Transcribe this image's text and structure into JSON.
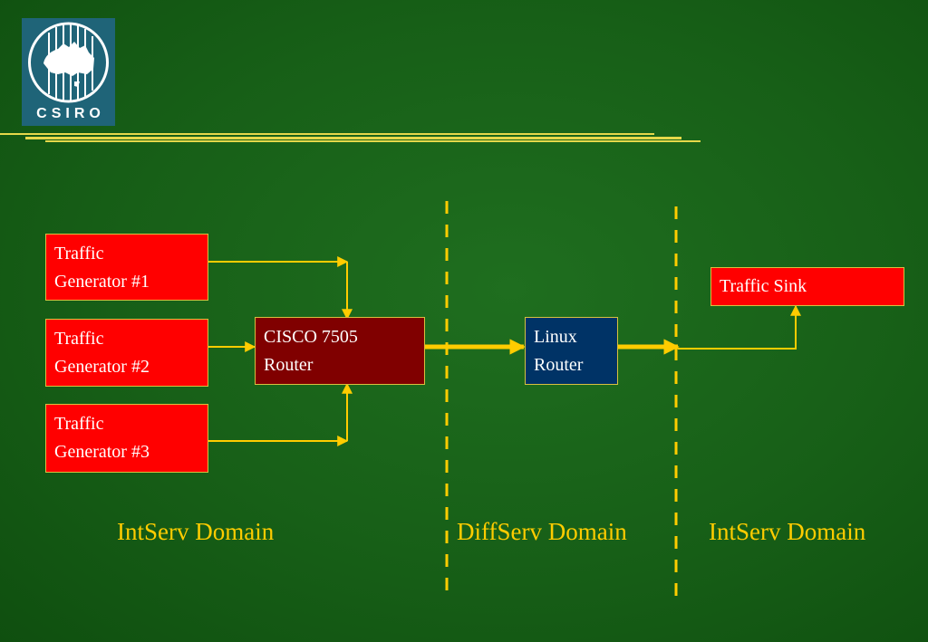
{
  "logo": {
    "text": "CSIRO"
  },
  "nodes": {
    "gen1": "Traffic\nGenerator #1",
    "gen2": "Traffic\nGenerator #2",
    "gen3": "Traffic\nGenerator #3",
    "cisco": "CISCO 7505\nRouter",
    "linux": "Linux\nRouter",
    "sink": "Traffic Sink"
  },
  "domains": {
    "left": "IntServ Domain",
    "middle": "DiffServ Domain",
    "right": "IntServ Domain"
  },
  "colors": {
    "background": "#175f17",
    "accent": "#ffcc00",
    "generator": "#ff0000",
    "cisco": "#800000",
    "linux": "#003366",
    "logo": "#1f6478"
  }
}
